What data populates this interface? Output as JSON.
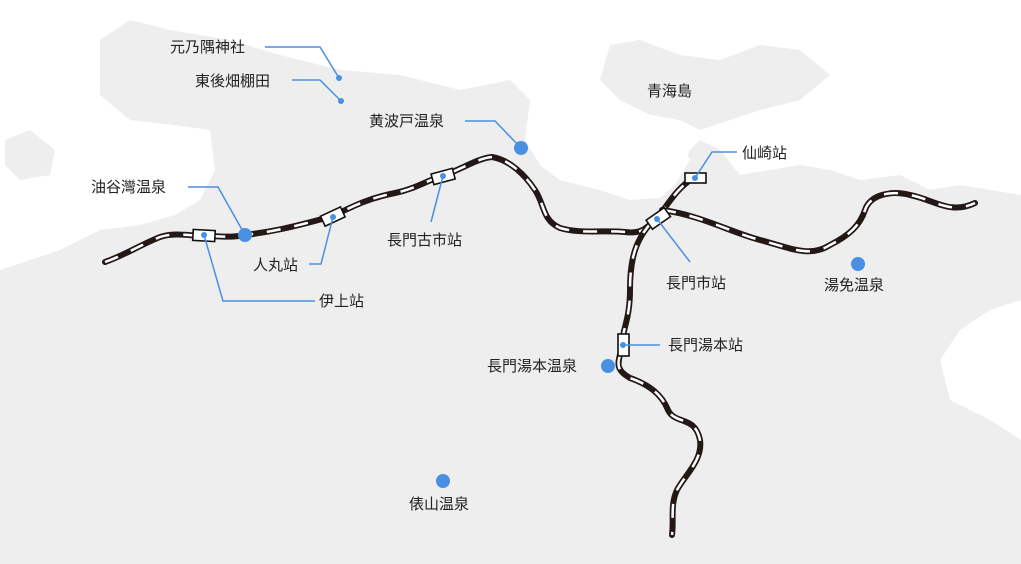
{
  "colors": {
    "land": "#eeeeef",
    "sea": "#ffffff",
    "accent": "#4a90e2",
    "rail": "#231815"
  },
  "places": {
    "motonosumi": "元乃隅神社",
    "higashiushiro": "東後畑棚田",
    "seikaijima": "青海島"
  },
  "onsen": {
    "kibado": "黄波戸温泉",
    "yuyawan": "油谷灣温泉",
    "yumen": "湯免温泉",
    "yumoto": "長門湯本温泉",
    "tawarayama": "俵山温泉"
  },
  "stations": {
    "igami": "伊上站",
    "hitomaru": "人丸站",
    "nagatofuruichi": "長門古市站",
    "senzaki": "仙崎站",
    "nagatoshi": "長門市站",
    "nagatoyumoto": "長門湯本站"
  }
}
